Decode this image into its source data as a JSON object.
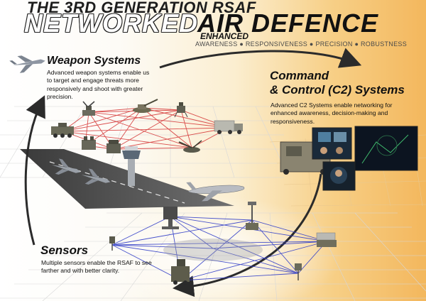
{
  "header": {
    "line1": "THE 3RD GENERATION RSAF",
    "word_networked": "NETWORKED",
    "word_air_defence": "AIR DEFENCE",
    "word_enhanced": "ENHANCED",
    "tagline": "AWARENESS  ●  RESPONSIVENESS  ●  PRECISION  ●  ROBUSTNESS"
  },
  "sections": {
    "weapon": {
      "title": "Weapon Systems",
      "description": "Advanced weapon systems enable us to target and engage threats more responsively and shoot with greater precision."
    },
    "c2": {
      "title_line1": "Command",
      "title_line2": "& Control (C2) Systems",
      "description": "Advanced C2 Systems enable networking for enhanced awareness, decision-making and responsiveness."
    },
    "sensors": {
      "title": "Sensors",
      "description": "Multiple sensors enable the RSAF to see farther and with better clarity."
    }
  },
  "colors": {
    "weapon_network": "#d63a3a",
    "sensor_network": "#3440c8",
    "flow_arrow": "#2b2b2b",
    "background_warm": "#f3b75d"
  },
  "icons": [
    "fighter-jet-icon",
    "anti-aircraft-gun-icon",
    "missile-launcher-icon",
    "military-truck-icon",
    "radar-icon",
    "control-tower-icon",
    "business-jet-icon",
    "command-center-icon",
    "operator-console-icon"
  ]
}
